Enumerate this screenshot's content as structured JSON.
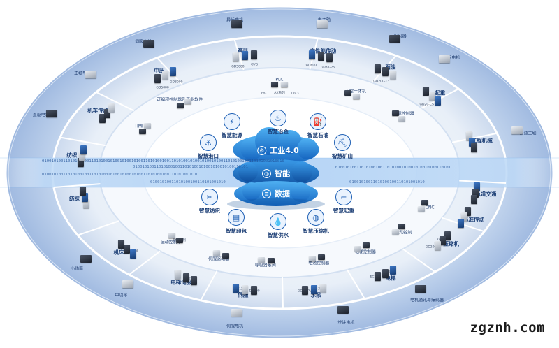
{
  "hub": {
    "title": "工业4.0",
    "line2": "智能",
    "line3": "数据"
  },
  "applications": [
    {
      "label": "智慧能源",
      "icon": "energy-icon"
    },
    {
      "label": "智慧冶金",
      "icon": "metallurgy-icon"
    },
    {
      "label": "智慧石油",
      "icon": "oil-icon"
    },
    {
      "label": "智慧港口",
      "icon": "port-icon"
    },
    {
      "label": "智慧矿山",
      "icon": "mine-icon"
    },
    {
      "label": "智慧纺织",
      "icon": "textile-icon"
    },
    {
      "label": "智慧印包",
      "icon": "printing-icon"
    },
    {
      "label": "智慧供水",
      "icon": "water-supply-icon"
    },
    {
      "label": "智慧压缩机",
      "icon": "compressor-icon"
    },
    {
      "label": "智慧起重",
      "icon": "crane-icon"
    }
  ],
  "binary": {
    "band1": "0100101001101010010011010100101001010010100110101001001101010010100101001010011010100100110101001010010",
    "band2": "0100101001101010010011010100101001010010100110101",
    "band3": "010010100110101001001101010010100101001010011010100100110101001010",
    "band4": "01001010011010100100110101001010"
  },
  "middle_ring": [
    {
      "label": "中压",
      "caps": [
        "GD5000",
        "GD3000"
      ]
    },
    {
      "label": "高压",
      "caps": [
        "GD5000",
        "GVG"
      ]
    },
    {
      "label": "高性能传动",
      "caps": [
        "GD800",
        "GD35-PB"
      ]
    },
    {
      "label": "石油",
      "caps": [
        "GD200-13"
      ]
    },
    {
      "label": "起重",
      "caps": [
        "GD20-CS"
      ]
    },
    {
      "label": "工程机械",
      "caps": []
    },
    {
      "label": "轨道交通",
      "caps": []
    },
    {
      "label": "机车传动",
      "caps": []
    },
    {
      "label": "纺织",
      "caps": []
    },
    {
      "label": "纺织",
      "caps": []
    },
    {
      "label": "机床",
      "caps": [
        "GD300L"
      ]
    },
    {
      "label": "电梯伺服",
      "caps": [
        "DA200"
      ]
    },
    {
      "label": "伺服",
      "caps": [
        "DA300",
        "DA212"
      ]
    },
    {
      "label": "水泵",
      "caps": [
        "3PD",
        "GD20-PV"
      ]
    },
    {
      "label": "电梯",
      "caps": [
        "EC20",
        "EC10"
      ]
    },
    {
      "label": "压缩机",
      "caps": [
        "GD35",
        "GD200A"
      ]
    },
    {
      "label": "标准传动",
      "caps": []
    }
  ],
  "inner_ring": [
    {
      "label": "PLC",
      "caps": [
        "IVC",
        "AX系列",
        "IVC3"
      ]
    },
    {
      "label": "HMI",
      "caps": []
    },
    {
      "label": "可编程控制器及工业软件",
      "caps": []
    },
    {
      "label": "运动控制卡",
      "caps": [
        "PNC系列"
      ]
    },
    {
      "label": "伺服驱动器",
      "caps": []
    },
    {
      "label": "呼吸器系列",
      "caps": []
    },
    {
      "label": "电池控制器",
      "caps": []
    },
    {
      "label": "CNC",
      "caps": []
    },
    {
      "label": "运动控制",
      "caps": []
    },
    {
      "label": "车载控制器",
      "caps": []
    },
    {
      "label": "电梯控制器",
      "caps": []
    },
    {
      "label": "工控一体机",
      "caps": []
    }
  ],
  "outer_ring": [
    {
      "label": "异步电机"
    },
    {
      "label": "电主轴"
    },
    {
      "label": "编码器"
    },
    {
      "label": "同步电机"
    },
    {
      "label": "伺服电机"
    },
    {
      "label": "主轴电机"
    },
    {
      "label": "直驱电机"
    },
    {
      "label": "中功率"
    },
    {
      "label": "小功率"
    },
    {
      "label": "伺服电机"
    },
    {
      "label": "步进电机"
    },
    {
      "label": "高速主轴"
    },
    {
      "label": "电机通讯与编码器"
    }
  ],
  "watermark": "zgznh.com",
  "colors": {
    "outer_ring": "#b6cbe8",
    "middle_ring": "#e4ecf6",
    "inner_ring": "#ffffff",
    "band": "#2f7fd8",
    "cloud": "#1f7fd6"
  }
}
